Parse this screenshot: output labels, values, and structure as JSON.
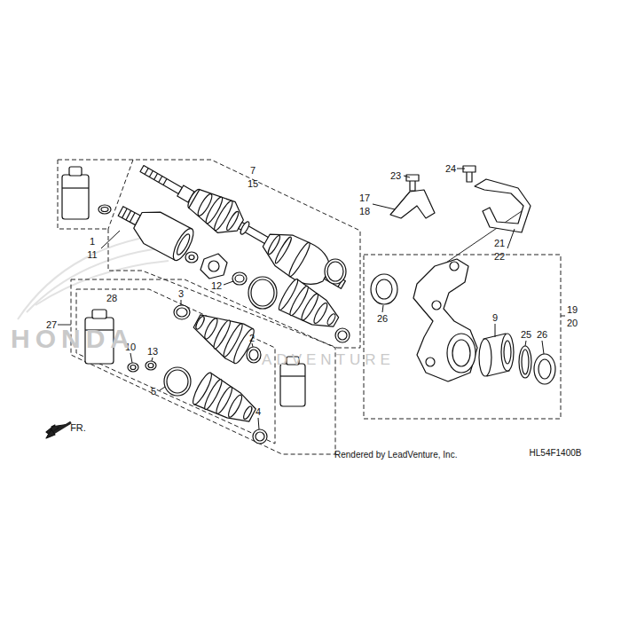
{
  "diagram": {
    "labels": [
      "7",
      "15",
      "1",
      "11",
      "23",
      "24",
      "17",
      "18",
      "21",
      "22",
      "12",
      "3",
      "2",
      "26",
      "9",
      "19",
      "20",
      "28",
      "27",
      "25",
      "10",
      "13",
      "5",
      "4",
      "26",
      "FR.",
      "Rendered by LeadVenture, Inc.",
      "HL54F1400B",
      "HONDA",
      "ADVENTURE"
    ]
  }
}
